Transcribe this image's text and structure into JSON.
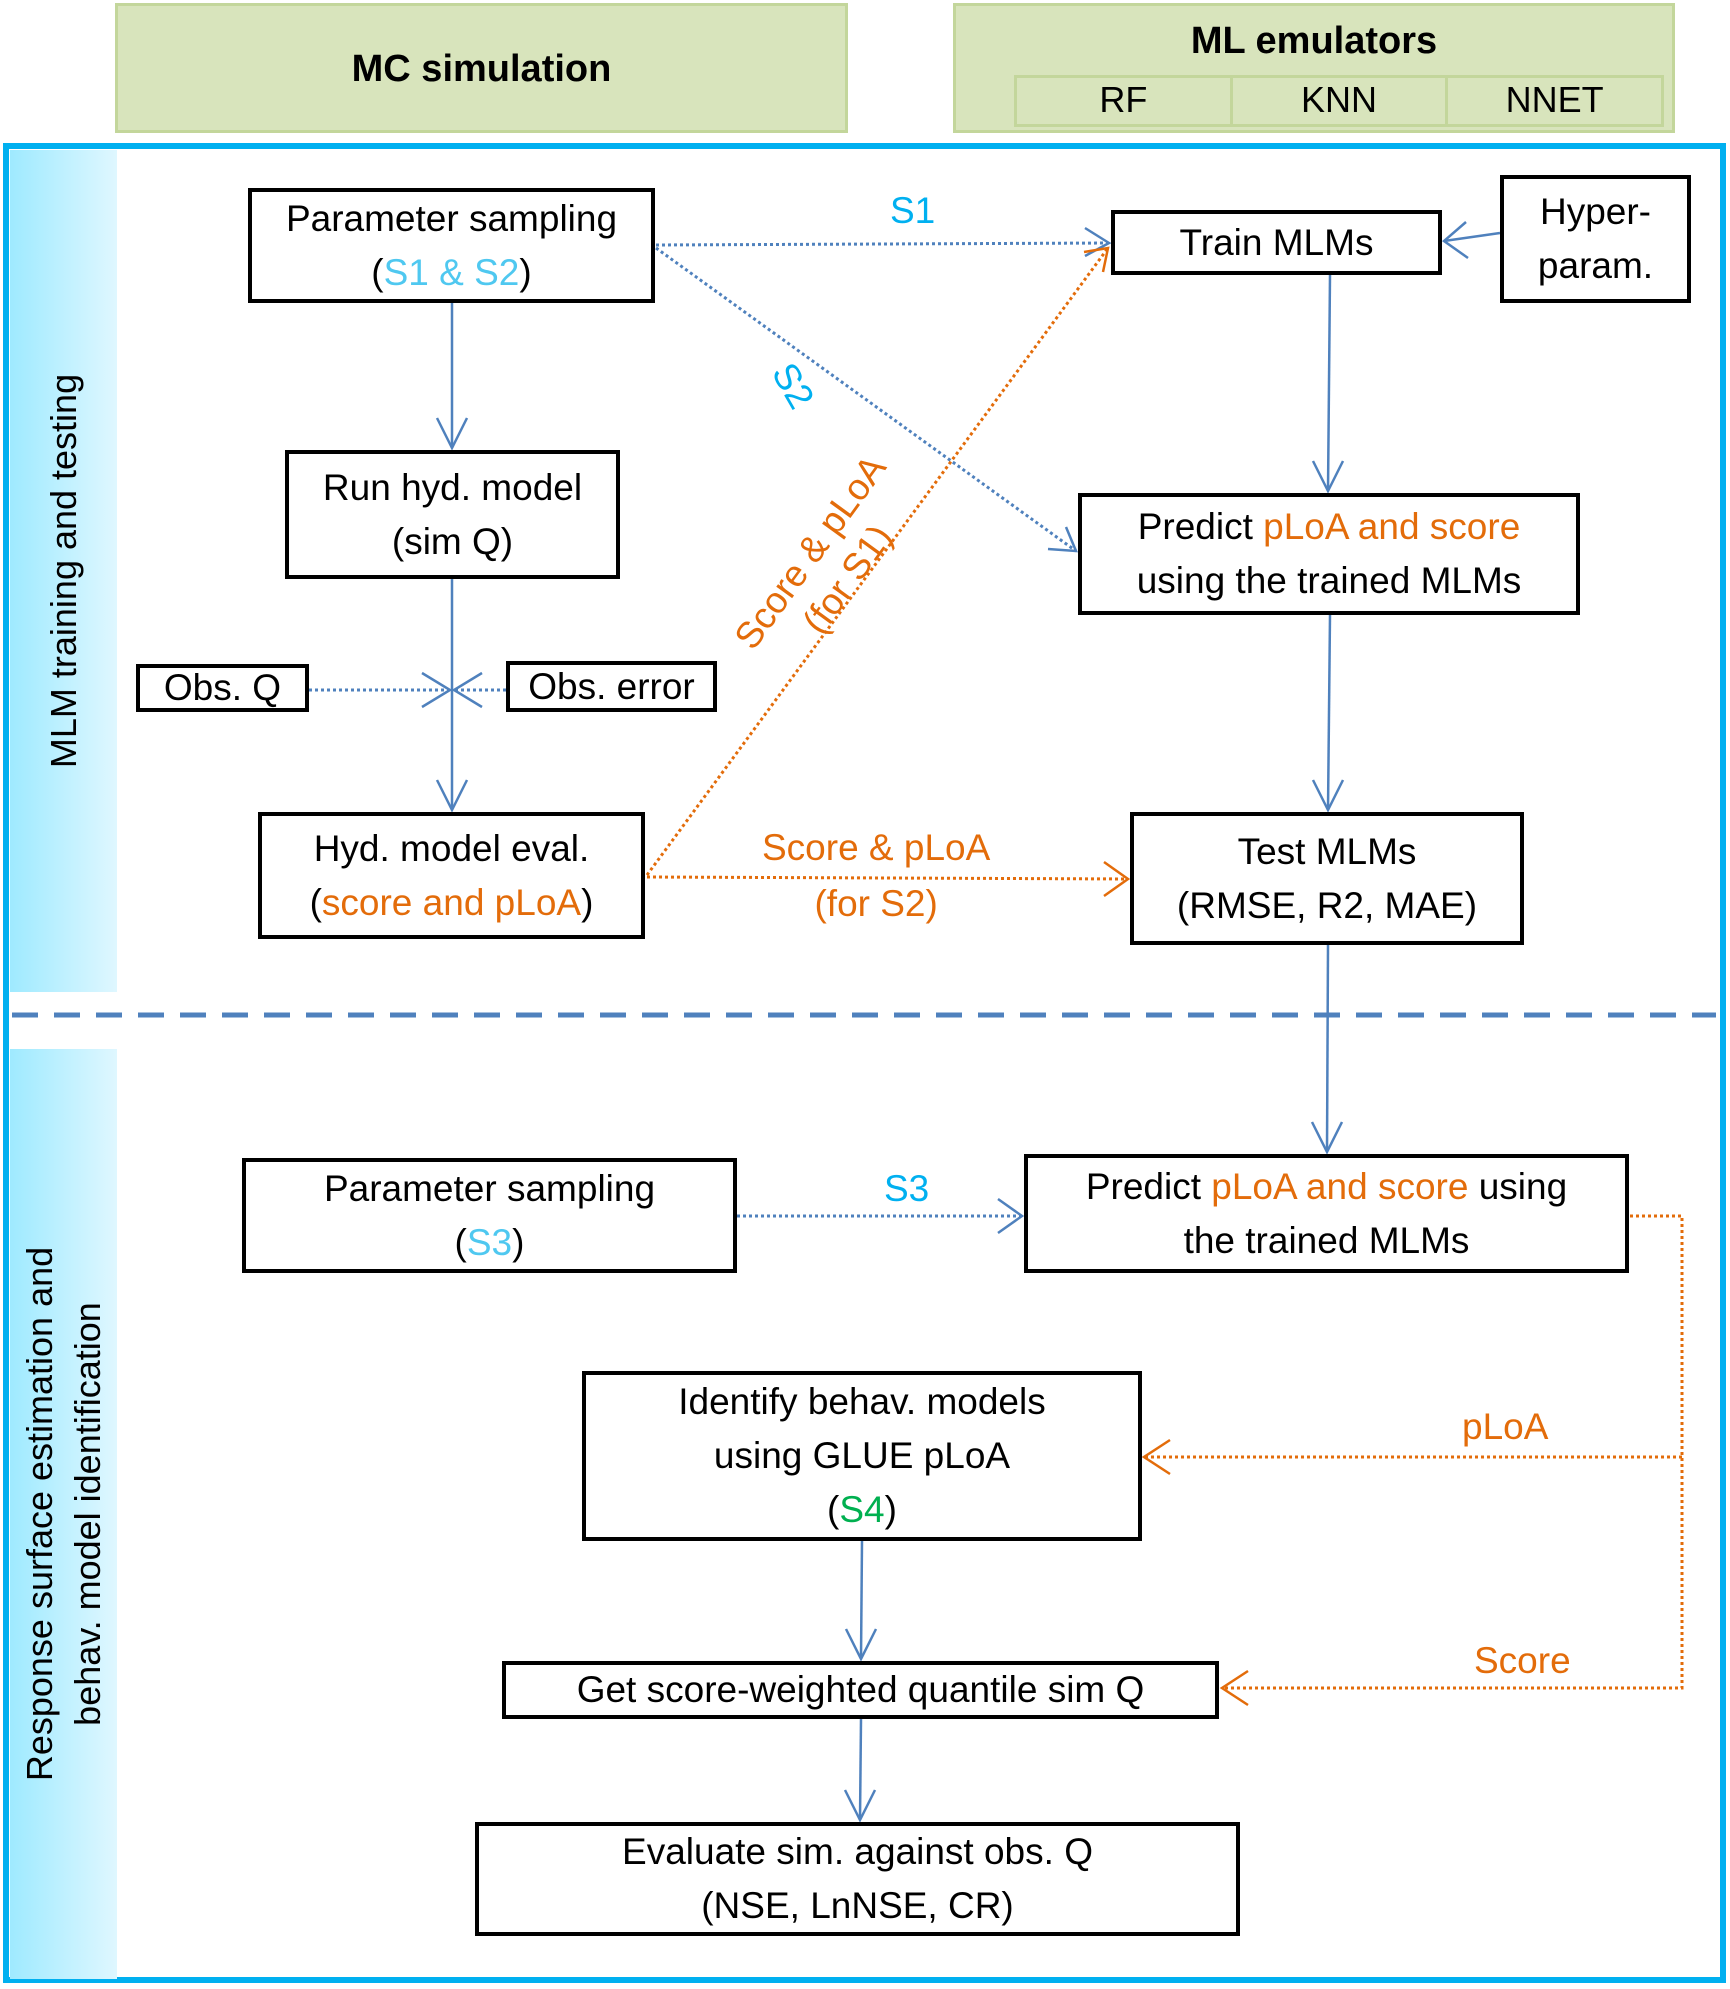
{
  "header": {
    "mc_simulation": "MC simulation",
    "ml_emulators": {
      "title": "ML emulators",
      "models": [
        "RF",
        "KNN",
        "NNET"
      ]
    }
  },
  "sections": {
    "top": "MLM training and testing",
    "bottom_line1": "Response surface estimation and",
    "bottom_line2": "behav. model identification"
  },
  "nodes": {
    "param_sampling_s1s2": {
      "line1": "Parameter sampling",
      "open": "(",
      "highlight": "S1 & S2",
      "close": ")"
    },
    "train_mlms": {
      "line1": "Train MLMs"
    },
    "hyper_param": {
      "line1": "Hyper-",
      "line2": "param."
    },
    "run_hyd_model": {
      "line1": "Run hyd. model",
      "line2": "(sim Q)"
    },
    "predict_top": {
      "pre": "Predict ",
      "highlight": "pLoA and score",
      "line2": "using the trained MLMs"
    },
    "obs_q": {
      "line1": "Obs. Q"
    },
    "obs_error": {
      "line1": "Obs. error"
    },
    "hyd_model_eval": {
      "line1": "Hyd. model eval.",
      "open": "(",
      "highlight": "score and pLoA",
      "close": ")"
    },
    "test_mlms": {
      "line1": "Test MLMs",
      "line2": "(RMSE, R2, MAE)"
    },
    "param_sampling_s3": {
      "line1": "Parameter sampling",
      "open": "(",
      "highlight": "S3",
      "close": ")"
    },
    "predict_bottom": {
      "pre": "Predict ",
      "highlight": "pLoA and score",
      "post": " using",
      "line2": "the trained MLMs"
    },
    "identify_behav": {
      "line1": "Identify behav. models",
      "line2": "using GLUE pLoA",
      "open": "(",
      "highlight": "S4",
      "close": ")"
    },
    "score_weighted": {
      "line1": "Get score-weighted quantile sim Q"
    },
    "evaluate_sim": {
      "line1": "Evaluate sim. against obs. Q",
      "line2": "(NSE, LnNSE, CR)"
    }
  },
  "edge_labels": {
    "s1": "S1",
    "s2": "S2",
    "score_ploa_s1_line1": "Score & pLoA",
    "score_ploa_s1_line2": "(for S1)",
    "score_ploa_s2_line1": "Score & pLoA",
    "score_ploa_s2_line2": "(for S2)",
    "s3": "S3",
    "ploa": "pLoA",
    "score": "Score"
  },
  "colors": {
    "frame": "#00b0f0",
    "header_fill": "#d8e4bc",
    "solid_arrow": "#4f81bd",
    "orange": "#e36c0a",
    "light_blue_text": "#4fc8f0",
    "edge_label_blue": "#00b0f0",
    "green": "#00b050"
  }
}
